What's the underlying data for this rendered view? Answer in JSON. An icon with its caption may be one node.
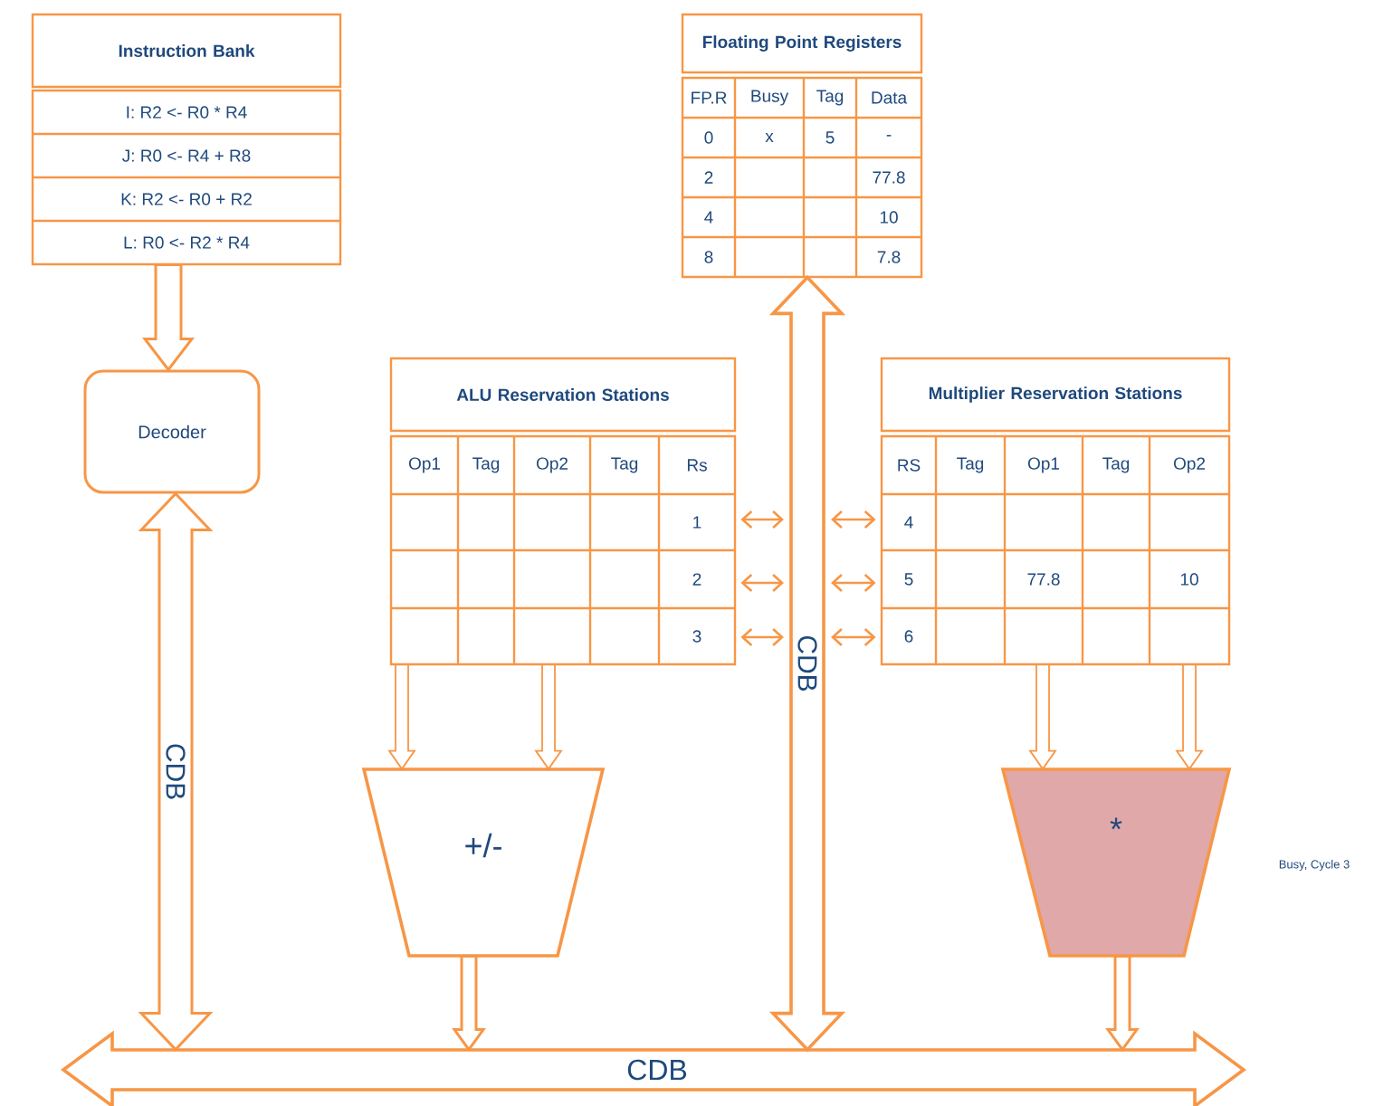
{
  "diagram": {
    "nodes": [
      {
        "text": [
          "Instruction Bank",
          "I: R2 <- R0 * R4",
          "J: R0 <- R4 + R8",
          "K: R2 <- R0 + R2",
          "L: R0 <- R2 * R4"
        ]
      },
      {
        "text": [
          "Decoder"
        ]
      },
      {
        "text": [
          "Floating Point Registers",
          "FP.R",
          "Busy",
          "Tag",
          "Data",
          "0",
          "x",
          "5",
          "-",
          "2",
          "77.8",
          "4",
          "10",
          "8",
          "7.8"
        ]
      },
      {
        "text": [
          "ALU Reservation Stations",
          "Op1",
          "Tag",
          "Op2",
          "Tag",
          "Rs",
          "1",
          "2",
          "3"
        ]
      },
      {
        "text": [
          "Multiplier Reservation Stations",
          "RS",
          "Tag",
          "Op1",
          "Tag",
          "Op2",
          "4",
          "5",
          "77.8",
          "10",
          "6"
        ]
      },
      {
        "text": [
          "+/-"
        ]
      },
      {
        "text": [
          "*"
        ]
      },
      {
        "text": [
          "CDB"
        ]
      }
    ],
    "edges": [
      {
        "from": 0,
        "to": 1,
        "arrow": "to"
      },
      {
        "from": 1,
        "to": 7,
        "arrow": "both",
        "label": "CDB"
      },
      {
        "from": 3,
        "to": 5,
        "arrow": "to"
      },
      {
        "from": 3,
        "to": 5,
        "arrow": "to"
      },
      {
        "from": 4,
        "to": 6,
        "arrow": "to"
      },
      {
        "from": 4,
        "to": 6,
        "arrow": "to"
      },
      {
        "from": 5,
        "to": 7,
        "arrow": "to"
      },
      {
        "from": 6,
        "to": 7,
        "arrow": "to"
      },
      {
        "from": 3,
        "to": null,
        "arrow": "both"
      },
      {
        "from": 3,
        "to": null,
        "arrow": "both"
      },
      {
        "from": 3,
        "to": null,
        "arrow": "both"
      },
      {
        "from": null,
        "to": 4,
        "arrow": "both"
      },
      {
        "from": null,
        "to": 4,
        "arrow": "both"
      },
      {
        "from": null,
        "to": 4,
        "arrow": "both"
      },
      {
        "from": 2,
        "to": 7,
        "arrow": "both",
        "label": "CDB"
      }
    ],
    "labels": [
      "Busy, Cycle 3"
    ]
  }
}
